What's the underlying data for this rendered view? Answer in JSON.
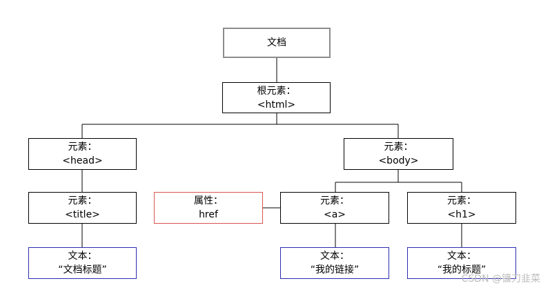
{
  "nodes": {
    "document": {
      "line1": "文档"
    },
    "html": {
      "line1": "根元素：",
      "line2": "<html>"
    },
    "head": {
      "line1": "元素：",
      "line2": "<head>"
    },
    "body": {
      "line1": "元素：",
      "line2": "<body>"
    },
    "title": {
      "line1": "元素：",
      "line2": "<title>"
    },
    "href": {
      "line1": "属性：",
      "line2": "href"
    },
    "a": {
      "line1": "元素：",
      "line2": "<a>"
    },
    "h1": {
      "line1": "元素：",
      "line2": "<h1>"
    },
    "text_title": {
      "line1": "文本：",
      "line2": "“文档标题”"
    },
    "text_link": {
      "line1": "文本：",
      "line2": "“我的链接”"
    },
    "text_heading": {
      "line1": "文本：",
      "line2": "“我的标题”"
    }
  },
  "watermark": "CSDN @镰刀韭菜",
  "colors": {
    "document_border": "#8c8c8c",
    "element_border": "#000000",
    "attribute_border": "#d9534f",
    "text_border": "#2b2bb0",
    "connector": "#000000"
  }
}
